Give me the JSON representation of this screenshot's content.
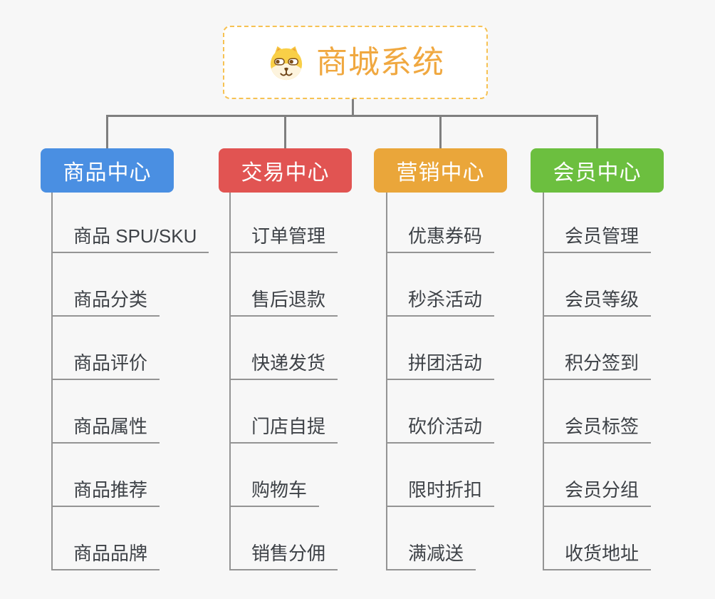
{
  "root": {
    "title": "商城系统",
    "icon": "shiba-dog-icon",
    "border_color": "#f6c253",
    "title_color": "#f0a840",
    "background": "#ffffff"
  },
  "connector_color": "#7f7f7f",
  "spine_color": "#949494",
  "canvas_background": "#f7f7f7",
  "leaf_text_color": "#3e4247",
  "branches": [
    {
      "label": "商品中心",
      "color": "#4a8fe2",
      "items": [
        "商品 SPU/SKU",
        "商品分类",
        "商品评价",
        "商品属性",
        "商品推荐",
        "商品品牌"
      ]
    },
    {
      "label": "交易中心",
      "color": "#e15452",
      "items": [
        "订单管理",
        "售后退款",
        "快递发货",
        "门店自提",
        "购物车",
        "销售分佣"
      ]
    },
    {
      "label": "营销中心",
      "color": "#eaa63a",
      "items": [
        "优惠券码",
        "秒杀活动",
        "拼团活动",
        "砍价活动",
        "限时折扣",
        "满减送"
      ]
    },
    {
      "label": "会员中心",
      "color": "#6cbf3f",
      "items": [
        "会员管理",
        "会员等级",
        "积分签到",
        "会员标签",
        "会员分组",
        "收货地址"
      ]
    }
  ]
}
